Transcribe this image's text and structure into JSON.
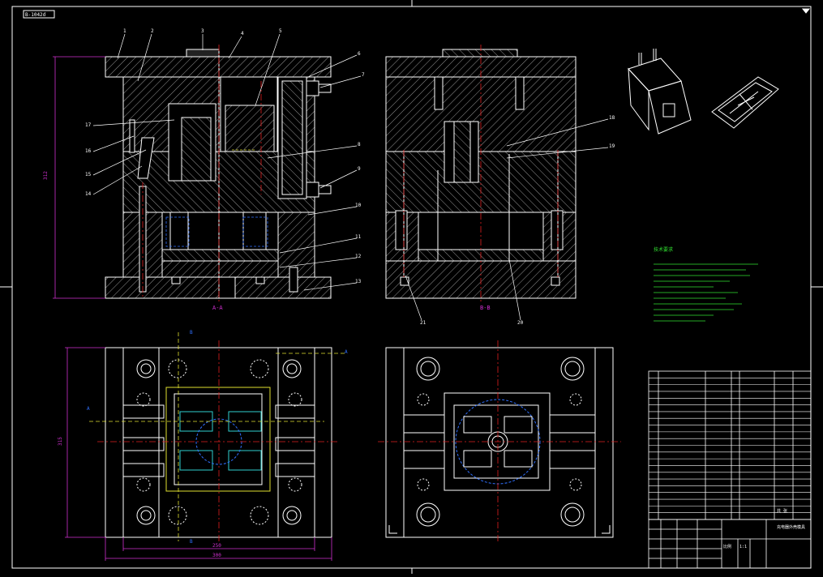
{
  "drawing": {
    "title_tag": "B-1042d",
    "colors": {
      "background": "#000000",
      "line": "#ffffff",
      "hatch": "#cfcfcf",
      "dimension": "#d030d0",
      "centerline": "#e02020",
      "leader": "#ffffff",
      "notes": "#30e030",
      "hidden": "#2070ff",
      "yellow": "#e0e030",
      "cyan": "#30d0d0"
    },
    "callouts": [
      "1",
      "2",
      "3",
      "4",
      "5",
      "6",
      "7",
      "8",
      "9",
      "10",
      "11",
      "12",
      "13",
      "14",
      "15",
      "16",
      "17",
      "18",
      "19",
      "20",
      "21"
    ],
    "section_aa_label": "A-A",
    "section_bb_label": "B-B",
    "dim_height": "312",
    "dim_height_plan": "315",
    "dim_width_inner": "250",
    "dim_width_outer": "300",
    "section_marks": {
      "a": "A",
      "b": "B"
    },
    "notes_title": "技术要求",
    "title_block": {
      "drawing_name": "充电器外壳模具",
      "scale_label": "比例",
      "scale_value": "1:1",
      "sheet": "共 张"
    }
  }
}
